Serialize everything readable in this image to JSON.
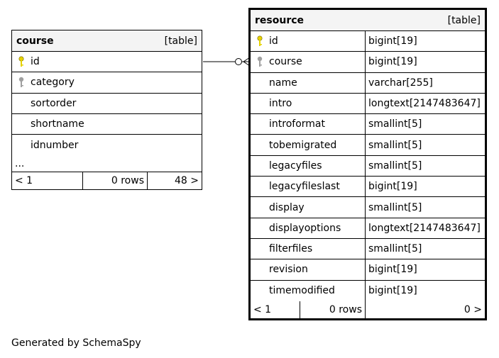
{
  "course": {
    "name": "course",
    "kind": "[table]",
    "columns": [
      {
        "name": "id",
        "key": "primary"
      },
      {
        "name": "category",
        "key": "foreign"
      },
      {
        "name": "sortorder",
        "key": ""
      },
      {
        "name": "shortname",
        "key": ""
      },
      {
        "name": "idnumber",
        "key": ""
      }
    ],
    "ellipsis": "...",
    "footer": {
      "parents": "< 1",
      "rows": "0 rows",
      "children": "48 >"
    }
  },
  "resource": {
    "name": "resource",
    "kind": "[table]",
    "columns": [
      {
        "name": "id",
        "type": "bigint[19]",
        "key": "primary"
      },
      {
        "name": "course",
        "type": "bigint[19]",
        "key": "foreign"
      },
      {
        "name": "name",
        "type": "varchar[255]",
        "key": ""
      },
      {
        "name": "intro",
        "type": "longtext[2147483647]",
        "key": ""
      },
      {
        "name": "introformat",
        "type": "smallint[5]",
        "key": ""
      },
      {
        "name": "tobemigrated",
        "type": "smallint[5]",
        "key": ""
      },
      {
        "name": "legacyfiles",
        "type": "smallint[5]",
        "key": ""
      },
      {
        "name": "legacyfileslast",
        "type": "bigint[19]",
        "key": ""
      },
      {
        "name": "display",
        "type": "smallint[5]",
        "key": ""
      },
      {
        "name": "displayoptions",
        "type": "longtext[2147483647]",
        "key": ""
      },
      {
        "name": "filterfiles",
        "type": "smallint[5]",
        "key": ""
      },
      {
        "name": "revision",
        "type": "bigint[19]",
        "key": ""
      },
      {
        "name": "timemodified",
        "type": "bigint[19]",
        "key": ""
      }
    ],
    "footer": {
      "parents": "< 1",
      "rows": "0 rows",
      "children": "0 >"
    }
  },
  "colors": {
    "primary_key": "#e6d200",
    "foreign_key": "#a0a0a0"
  },
  "generated_by": "Generated by SchemaSpy"
}
